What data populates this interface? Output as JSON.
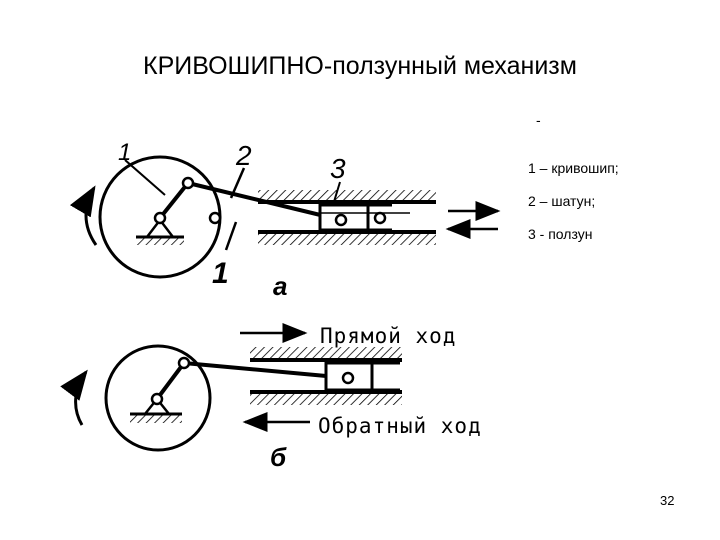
{
  "title": "КРИВОШИПНО-ползунный механизм",
  "dash": "-",
  "legend": [
    "1 – кривошип;",
    "2 – шатун;",
    "3 - ползун"
  ],
  "diagram": {
    "top": {
      "labels": [
        "1",
        "2",
        "3",
        "1"
      ],
      "letter": "а"
    },
    "bottom": {
      "forward_label": "Прямой ход",
      "reverse_label": "Обратный ход",
      "letter": "б"
    }
  },
  "page_number": "32"
}
